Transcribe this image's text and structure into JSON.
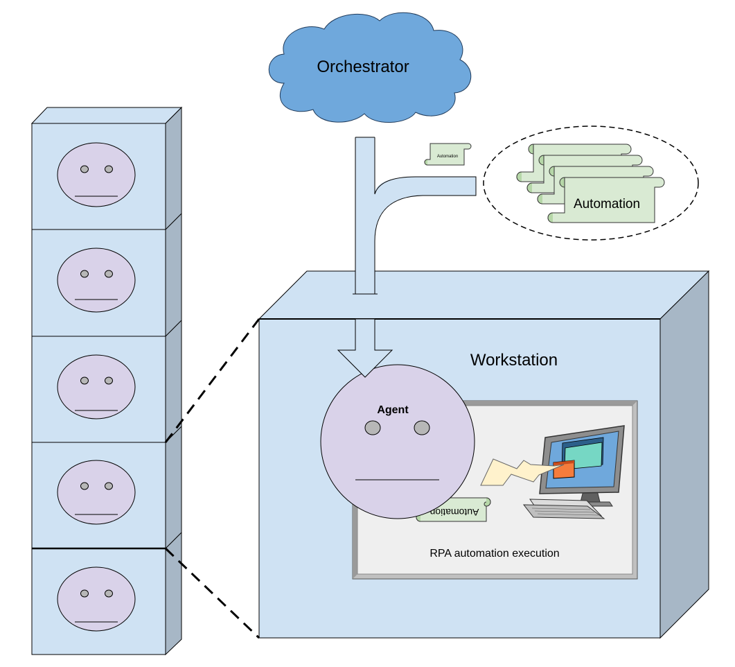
{
  "diagram": {
    "orchestrator": {
      "label": "Orchestrator",
      "fill": "#6fa8dc"
    },
    "workstation": {
      "label": "Workstation"
    },
    "agent": {
      "label": "Agent"
    },
    "execution_panel": {
      "label": "RPA automation execution"
    },
    "automation_pool": {
      "label": "Automation",
      "scroll_count": 4
    },
    "small_scroll": {
      "label": "Automation"
    },
    "agent_scroll": {
      "label": "Automation"
    },
    "agent_stack": {
      "count": 5
    },
    "colors": {
      "cube_face": "#cfe2f3",
      "cube_side": "#a7b7c6",
      "face_fill": "#d9d2e9",
      "scroll_fill": "#d9ead3",
      "panel_fill": "#efefef",
      "monitor_screen": "#6fa8dc",
      "window_fill": "#76d7c4",
      "window_accent": "#f57c3c",
      "bolt_fill": "#fff2cc"
    }
  }
}
